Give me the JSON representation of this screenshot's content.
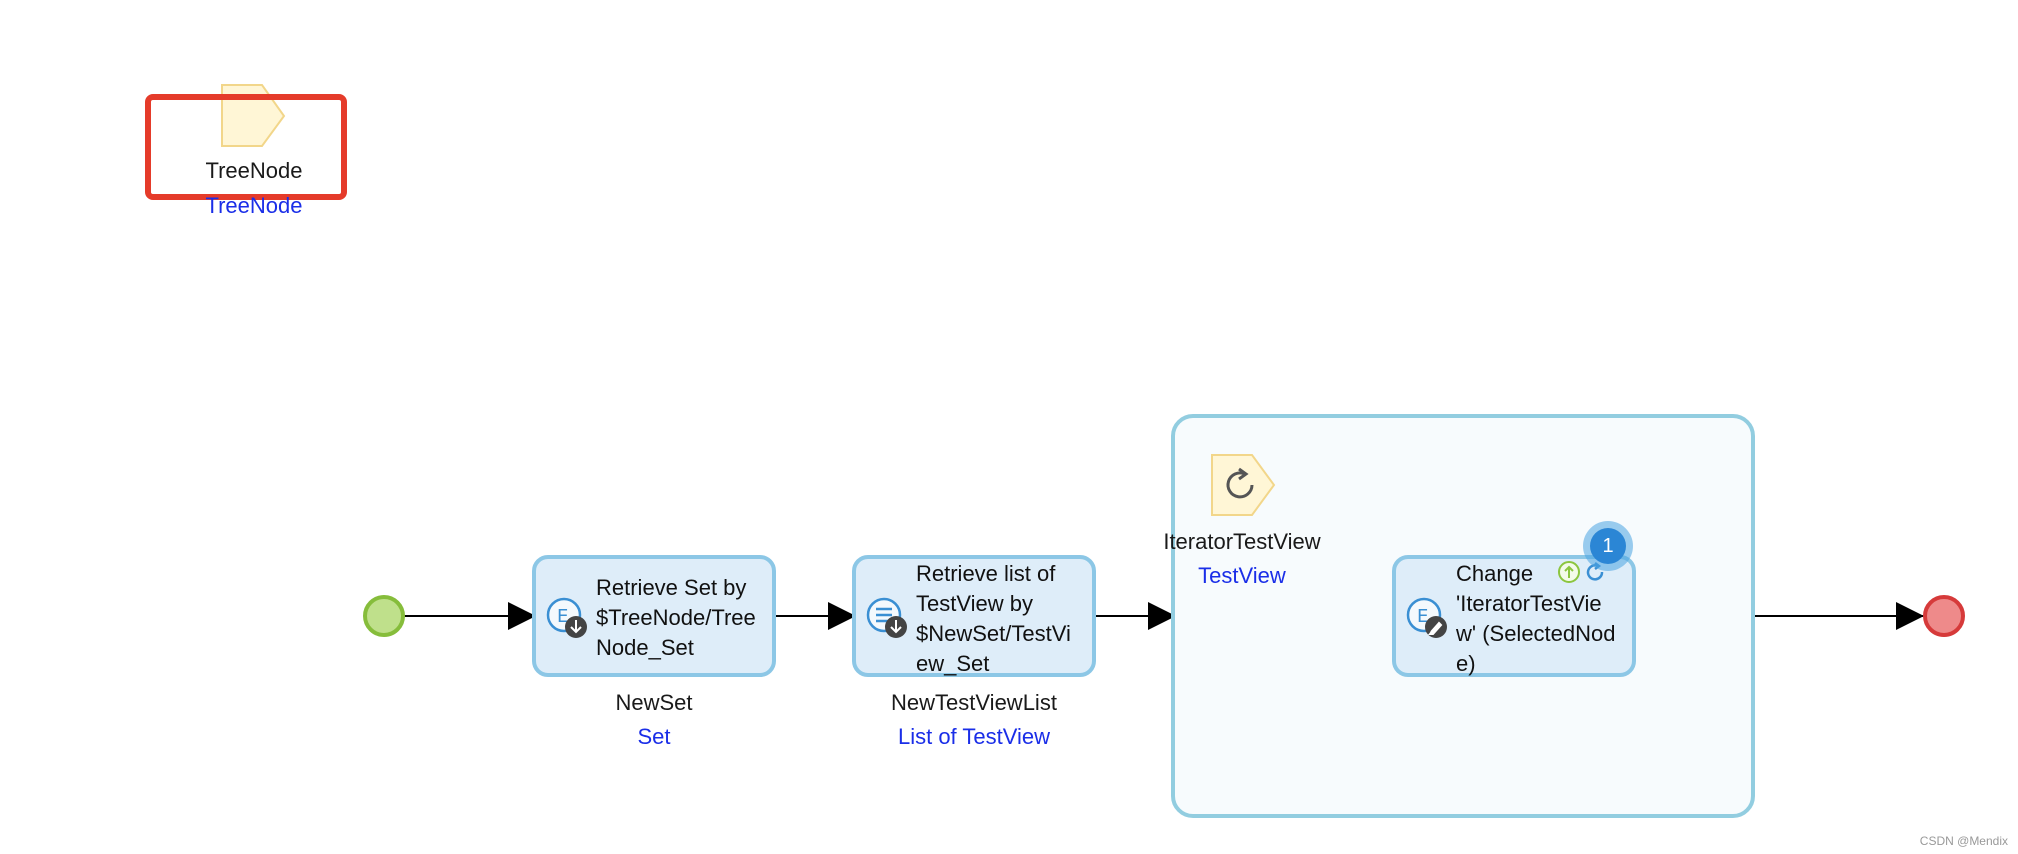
{
  "param": {
    "name": "TreeNode",
    "type": "TreeNode"
  },
  "actions": [
    {
      "text": "Retrieve Set by\n$TreeNode/Tree\nNode_Set",
      "output_name": "NewSet",
      "output_type": "Set",
      "icon": "retrieve-icon"
    },
    {
      "text": "Retrieve list of\nTestView by\n$NewSet/TestVi\new_Set",
      "output_name": "NewTestViewList",
      "output_type": "List of TestView",
      "icon": "retrieve-list-icon"
    }
  ],
  "loop": {
    "iterator_name": "IteratorTestView",
    "iterator_type": "TestView",
    "inner_action": {
      "text": "Change\n'IteratorTestVie\nw' (SelectedNod\ne)",
      "icon": "change-object-icon"
    },
    "badge": "1"
  },
  "watermark": "CSDN @Mendix",
  "colors": {
    "start": "#bfe08b",
    "end": "#ee8a8a",
    "highlight": "#e53b2a",
    "action_fill": "#deedf9",
    "action_border": "#8cc7e6",
    "type_text": "#1a2ee8"
  }
}
